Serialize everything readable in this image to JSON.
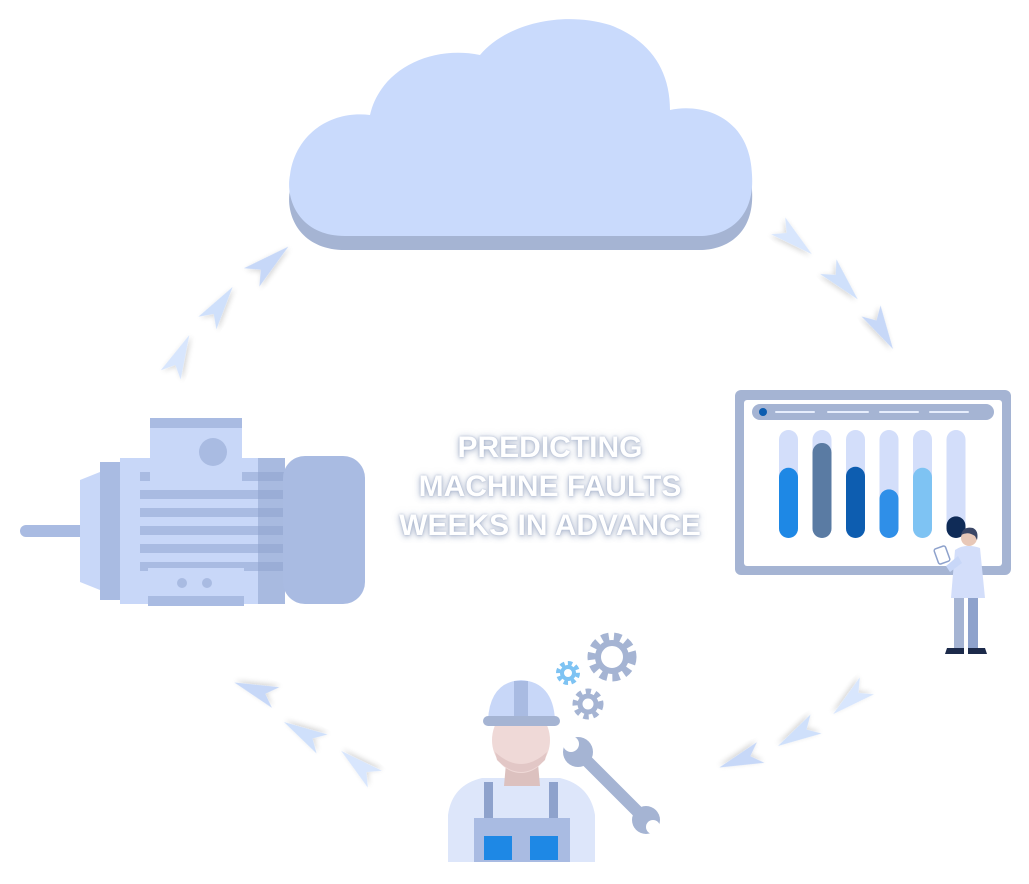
{
  "title_lines": [
    "PREDICTING",
    "MACHINE FAULTS",
    "WEEKS IN ADVANCE"
  ],
  "colors": {
    "cloud": "#c9dafc",
    "cloud_shadow": "#a5b4d3",
    "motor_light": "#c8d7f8",
    "motor_mid": "#a9bbe2",
    "motor_dark": "#8ea2cc",
    "screen_frame": "#a5b4d3",
    "arrow": "#c7d8f8",
    "bar_track": "#d3defa"
  },
  "dashboard_bars": {
    "levels": [
      0.65,
      0.88,
      0.66,
      0.45,
      0.65,
      0.2
    ],
    "colors": [
      "#1e88e5",
      "#5a7ba3",
      "#0d5db0",
      "#2f8fe8",
      "#7ec3f3",
      "#0f2b57"
    ]
  },
  "icons": [
    "cloud-icon",
    "electric-motor-icon",
    "dashboard-monitor-icon",
    "analyst-person-icon",
    "engineer-person-icon",
    "gear-icon",
    "wrench-icon",
    "cycle-arrow-icon"
  ]
}
